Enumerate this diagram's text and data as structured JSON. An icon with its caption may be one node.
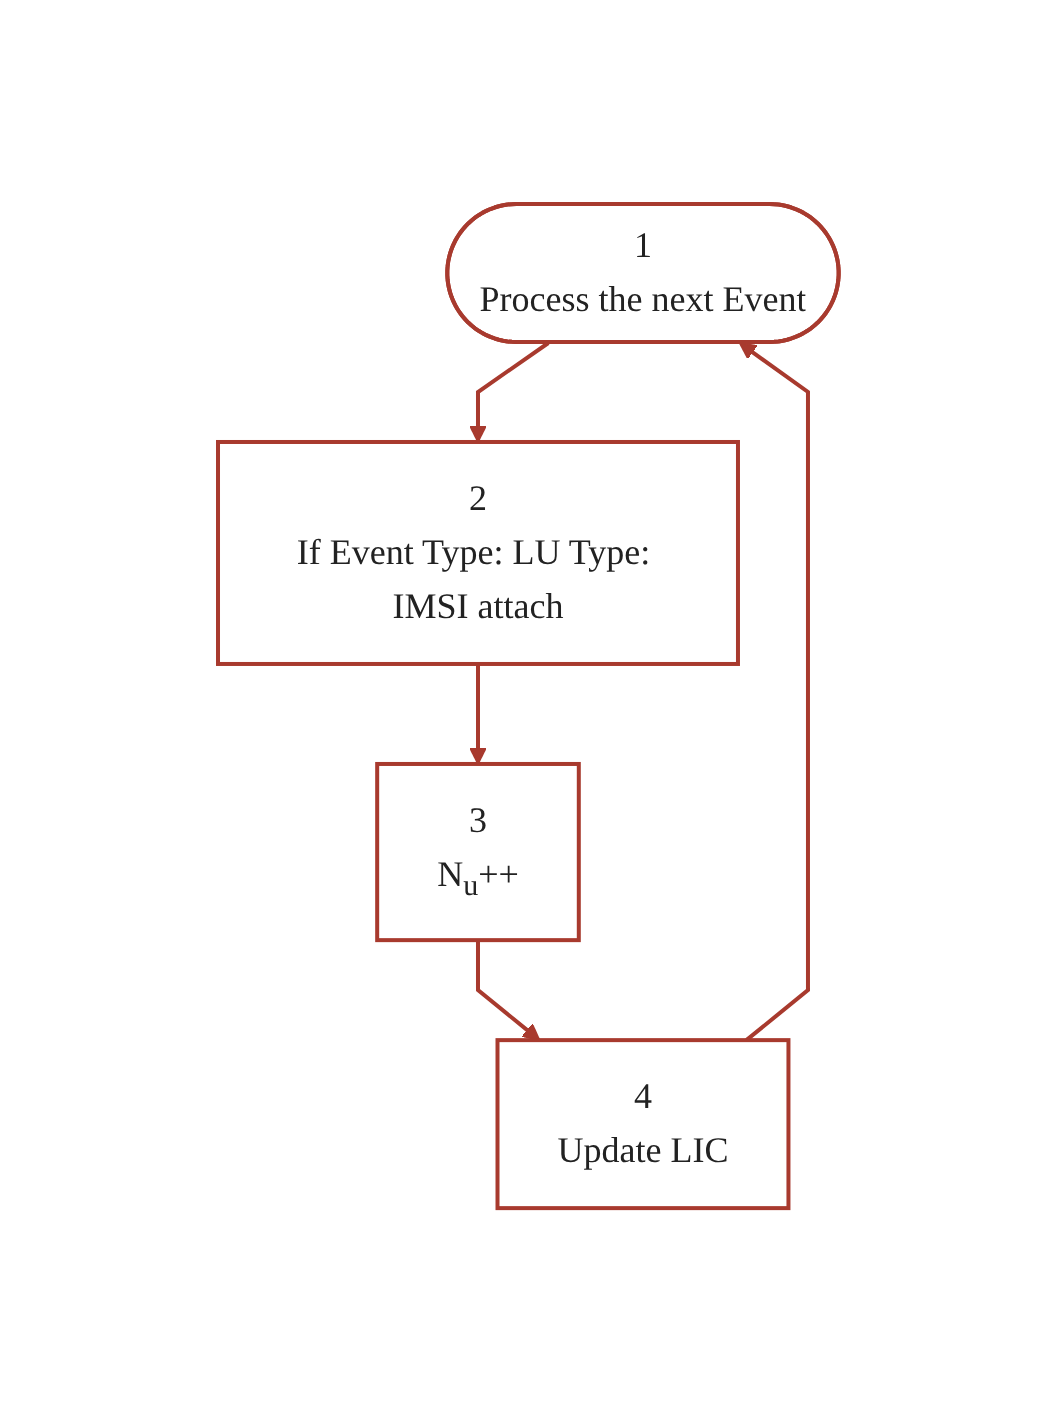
{
  "diagram": {
    "nodes": [
      {
        "text": [
          "1",
          "Process the next Event"
        ]
      },
      {
        "text": [
          "2",
          "If Event Type: LU Type: IMSI attach"
        ]
      },
      {
        "text": [
          "3",
          "N$_{u}$++"
        ]
      },
      {
        "text": [
          "4",
          "Update LIC"
        ]
      }
    ],
    "edges": [
      {
        "from": 0,
        "to": 1,
        "arrow": "to"
      },
      {
        "from": 1,
        "to": 2,
        "arrow": "to"
      },
      {
        "from": 2,
        "to": 3,
        "arrow": "to"
      },
      {
        "from": 3,
        "to": 0,
        "arrow": "to"
      }
    ]
  }
}
